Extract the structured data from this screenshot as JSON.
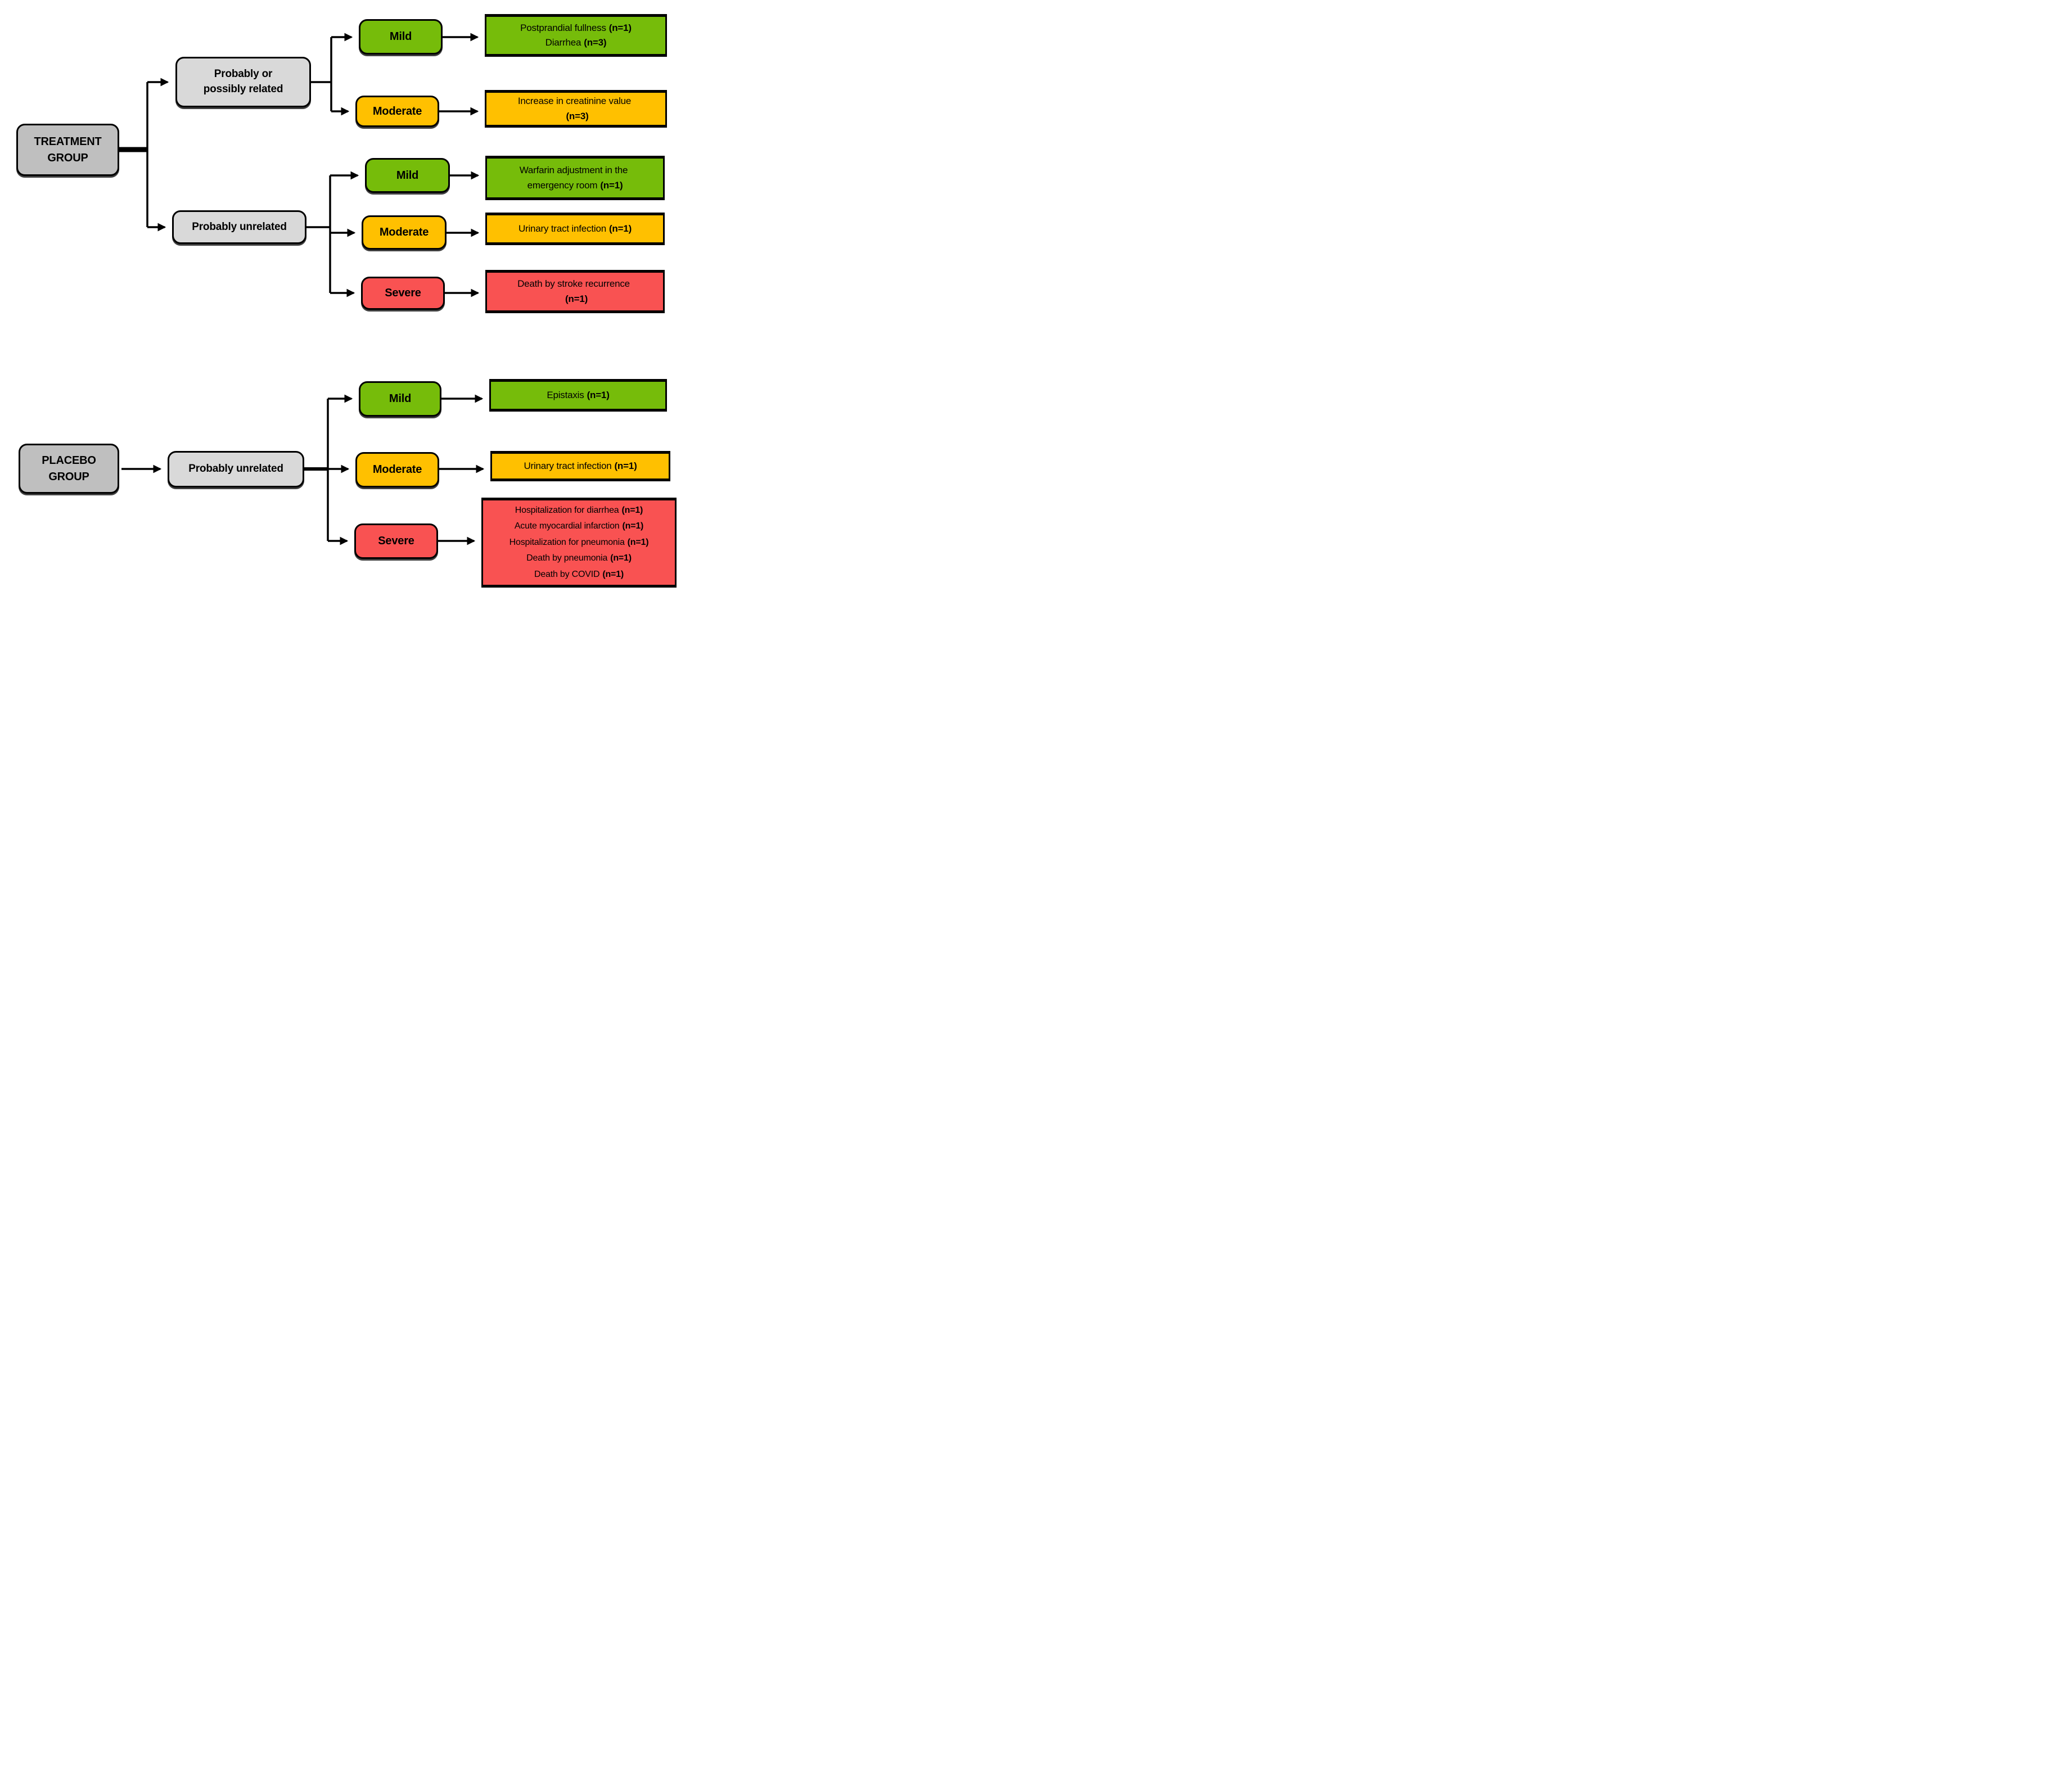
{
  "colors": {
    "green": "#76BC0A",
    "yellow": "#FFC000",
    "red": "#F95252",
    "gray_dark": "#BFBFBF",
    "gray_light": "#D9D9D9",
    "line": "#000000",
    "background": "#FFFFFF"
  },
  "nodes": {
    "treatment_group": {
      "line1": "TREATMENT",
      "line2": "GROUP"
    },
    "placebo_group": {
      "line1": "PLACEBO",
      "line2": "GROUP"
    },
    "t_related": {
      "line1": "Probably or",
      "line2": "possibly related"
    },
    "t_unrelated": {
      "label": "Probably unrelated"
    },
    "p_unrelated": {
      "label": "Probably unrelated"
    },
    "severity": {
      "mild": "Mild",
      "moderate": "Moderate",
      "severe": "Severe"
    }
  },
  "events": {
    "t_related_mild": {
      "lines": [
        {
          "name": "Postprandial fullness",
          "n": "(n=1)"
        },
        {
          "name": "Diarrhea",
          "n": "(n=3)"
        }
      ]
    },
    "t_related_moderate": {
      "lines": [
        {
          "name": "Increase in creatinine value",
          "n": ""
        },
        {
          "name": "",
          "n": "(n=3)"
        }
      ]
    },
    "t_unrelated_mild": {
      "lines": [
        {
          "name": "Warfarin adjustment in the",
          "n": ""
        },
        {
          "name": "emergency room",
          "n": "(n=1)"
        }
      ]
    },
    "t_unrelated_moderate": {
      "lines": [
        {
          "name": "Urinary tract infection",
          "n": "(n=1)"
        }
      ]
    },
    "t_unrelated_severe": {
      "lines": [
        {
          "name": "Death by stroke recurrence",
          "n": ""
        },
        {
          "name": "",
          "n": "(n=1)"
        }
      ]
    },
    "p_unrelated_mild": {
      "lines": [
        {
          "name": "Epistaxis",
          "n": "(n=1)"
        }
      ]
    },
    "p_unrelated_moderate": {
      "lines": [
        {
          "name": "Urinary tract infection",
          "n": "(n=1)"
        }
      ]
    },
    "p_unrelated_severe": {
      "lines": [
        {
          "name": "Hospitalization for diarrhea",
          "n": "(n=1)"
        },
        {
          "name": "Acute myocardial infarction",
          "n": "(n=1)"
        },
        {
          "name": "Hospitalization for pneumonia",
          "n": "(n=1)"
        },
        {
          "name": "Death by pneumonia",
          "n": "(n=1)"
        },
        {
          "name": "Death by COVID",
          "n": "(n=1)"
        }
      ]
    }
  }
}
